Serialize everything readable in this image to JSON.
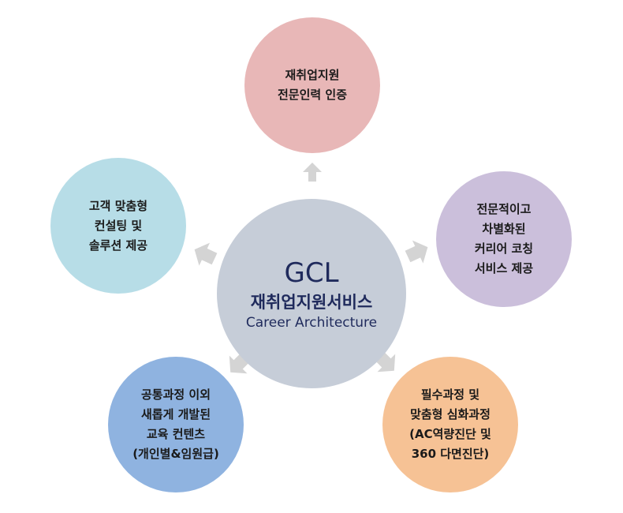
{
  "center": {
    "title": "GCL",
    "subtitle": "재취업지원서비스",
    "english": "Career Architecture",
    "color": "#c6cdd8"
  },
  "nodes": [
    {
      "id": "top",
      "lines": [
        "재취업지원",
        "전문인력 인증"
      ],
      "color": "#e8b7b7"
    },
    {
      "id": "right",
      "lines": [
        "전문적이고",
        "차별화된",
        "커리어 코칭",
        "서비스 제공"
      ],
      "color": "#cbbfdb"
    },
    {
      "id": "bottom-right",
      "lines": [
        "필수과정 및",
        "맞춤형 심화과정",
        "(AC역량진단 및",
        "360 다면진단)"
      ],
      "color": "#f6c295"
    },
    {
      "id": "bottom-left",
      "lines": [
        "공통과정 이외",
        "새롭게 개발된",
        "교육 컨텐츠",
        "(개인별&임원급)"
      ],
      "color": "#8fb3e0"
    },
    {
      "id": "left",
      "lines": [
        "고객 맞춤형",
        "컨설팅 및",
        "솔루션 제공"
      ],
      "color": "#b7dde7"
    }
  ],
  "arrow_color": "#d4d4d4"
}
